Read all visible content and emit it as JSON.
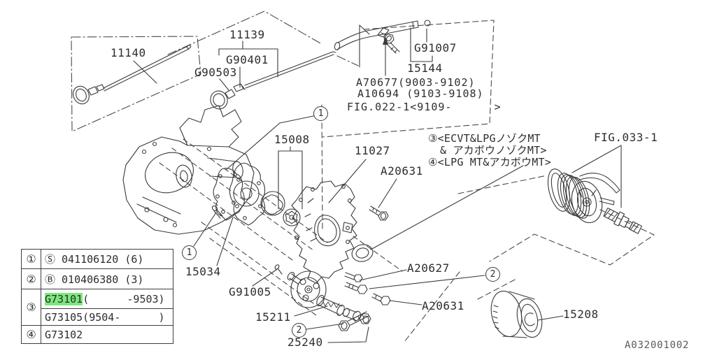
{
  "figure": {
    "drawing_code": "A032001002",
    "description": "Exploded parts diagram: oil pump, timing cover, oil level gauge and oil filter"
  },
  "colors": {
    "line": "#3a3a3a",
    "text": "#2d2d2d",
    "highlight_green": "#7ce87c",
    "code_gray": "#5a5a5a",
    "background": "#ffffff"
  },
  "labels": {
    "oil_level_gauge": "11140",
    "oil_level_gauge_2": "11139",
    "gauge_guide": "G90401",
    "gauge_seal": "G90503",
    "tube_plug": "G91007",
    "filler_tube": "15144",
    "tube_bolt_early": "A70677(9003-9102)",
    "tube_bolt_mid": "A10694 (9103-9108)",
    "tube_bolt_late": "FIG.022-1<9109-      >",
    "rotor_set": "15008",
    "timing_cover": "11027",
    "cover_bolt_upper": "A20631",
    "fig_033": "FIG.033-1",
    "cover_gasket": "15034",
    "dowel_pin": "G91005",
    "relief_valve": "15211",
    "relief_bolt": "25240",
    "flange_bolt": "A20627",
    "cover_bolt_lower": "A20631",
    "oil_filter": "15208"
  },
  "notes": {
    "line1": "③<ECVT&LPGノゾクMT",
    "line2": "& アカボウノゾクMT>",
    "line3": "④<LPG MT&アカボウMT>"
  },
  "callouts": {
    "c1_top": "1",
    "c1_left": "1",
    "c2_bottom": "2",
    "c2_right": "2"
  },
  "legend": {
    "rows": [
      {
        "num": "①",
        "code": "Ⓢ 041106120 (6)"
      },
      {
        "num": "②",
        "code": "Ⓑ 010406380 (3)"
      },
      {
        "num": "③",
        "code_a_part": "G73101",
        "code_a_rest": "(      -9503)",
        "code_b": "G73105(9504-      )"
      },
      {
        "num": "④",
        "code": "G73102"
      }
    ]
  }
}
